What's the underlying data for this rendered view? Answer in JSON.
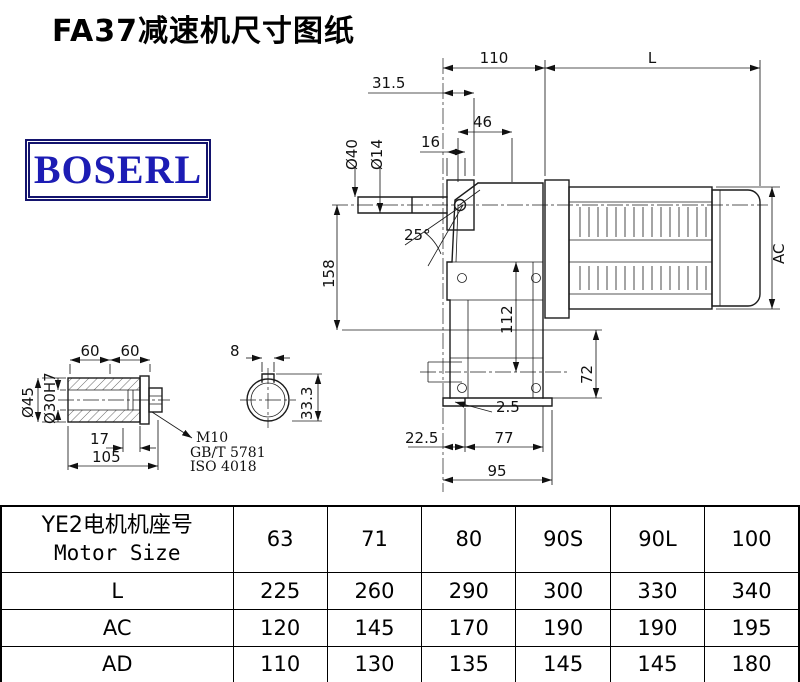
{
  "page": {
    "title": "FA37减速机尺寸图纸"
  },
  "logo": {
    "text": "BOSERL"
  },
  "drawing": {
    "dims": {
      "d110": "110",
      "L": "L",
      "d31_5": "31.5",
      "d46": "46",
      "d16": "16",
      "dia40": "Ø40",
      "dia14": "Ø14",
      "ang25": "25°",
      "d158": "158",
      "d112": "112",
      "AC": "AC",
      "d72": "72",
      "d2_5": "2.5",
      "d22_5": "22.5",
      "d77": "77",
      "d95": "95",
      "d60": "60",
      "d8": "8",
      "dia45": "Ø45",
      "dia30h7": "Ø30H7",
      "d17": "17",
      "d105": "105",
      "m10": "M10",
      "gbt5781": "GB/T 5781",
      "iso4018": "ISO 4018",
      "d33_3": "33.3"
    }
  },
  "table": {
    "header": {
      "line1": "YE2电机机座号",
      "line2": "Motor Size",
      "columns": [
        "63",
        "71",
        "80",
        "90S",
        "90L",
        "100"
      ]
    },
    "rows": [
      {
        "label": "L",
        "values": [
          "225",
          "260",
          "290",
          "300",
          "330",
          "340"
        ]
      },
      {
        "label": "AC",
        "values": [
          "120",
          "145",
          "170",
          "190",
          "190",
          "195"
        ]
      },
      {
        "label": "AD",
        "values": [
          "110",
          "130",
          "135",
          "145",
          "145",
          "180"
        ]
      }
    ]
  }
}
